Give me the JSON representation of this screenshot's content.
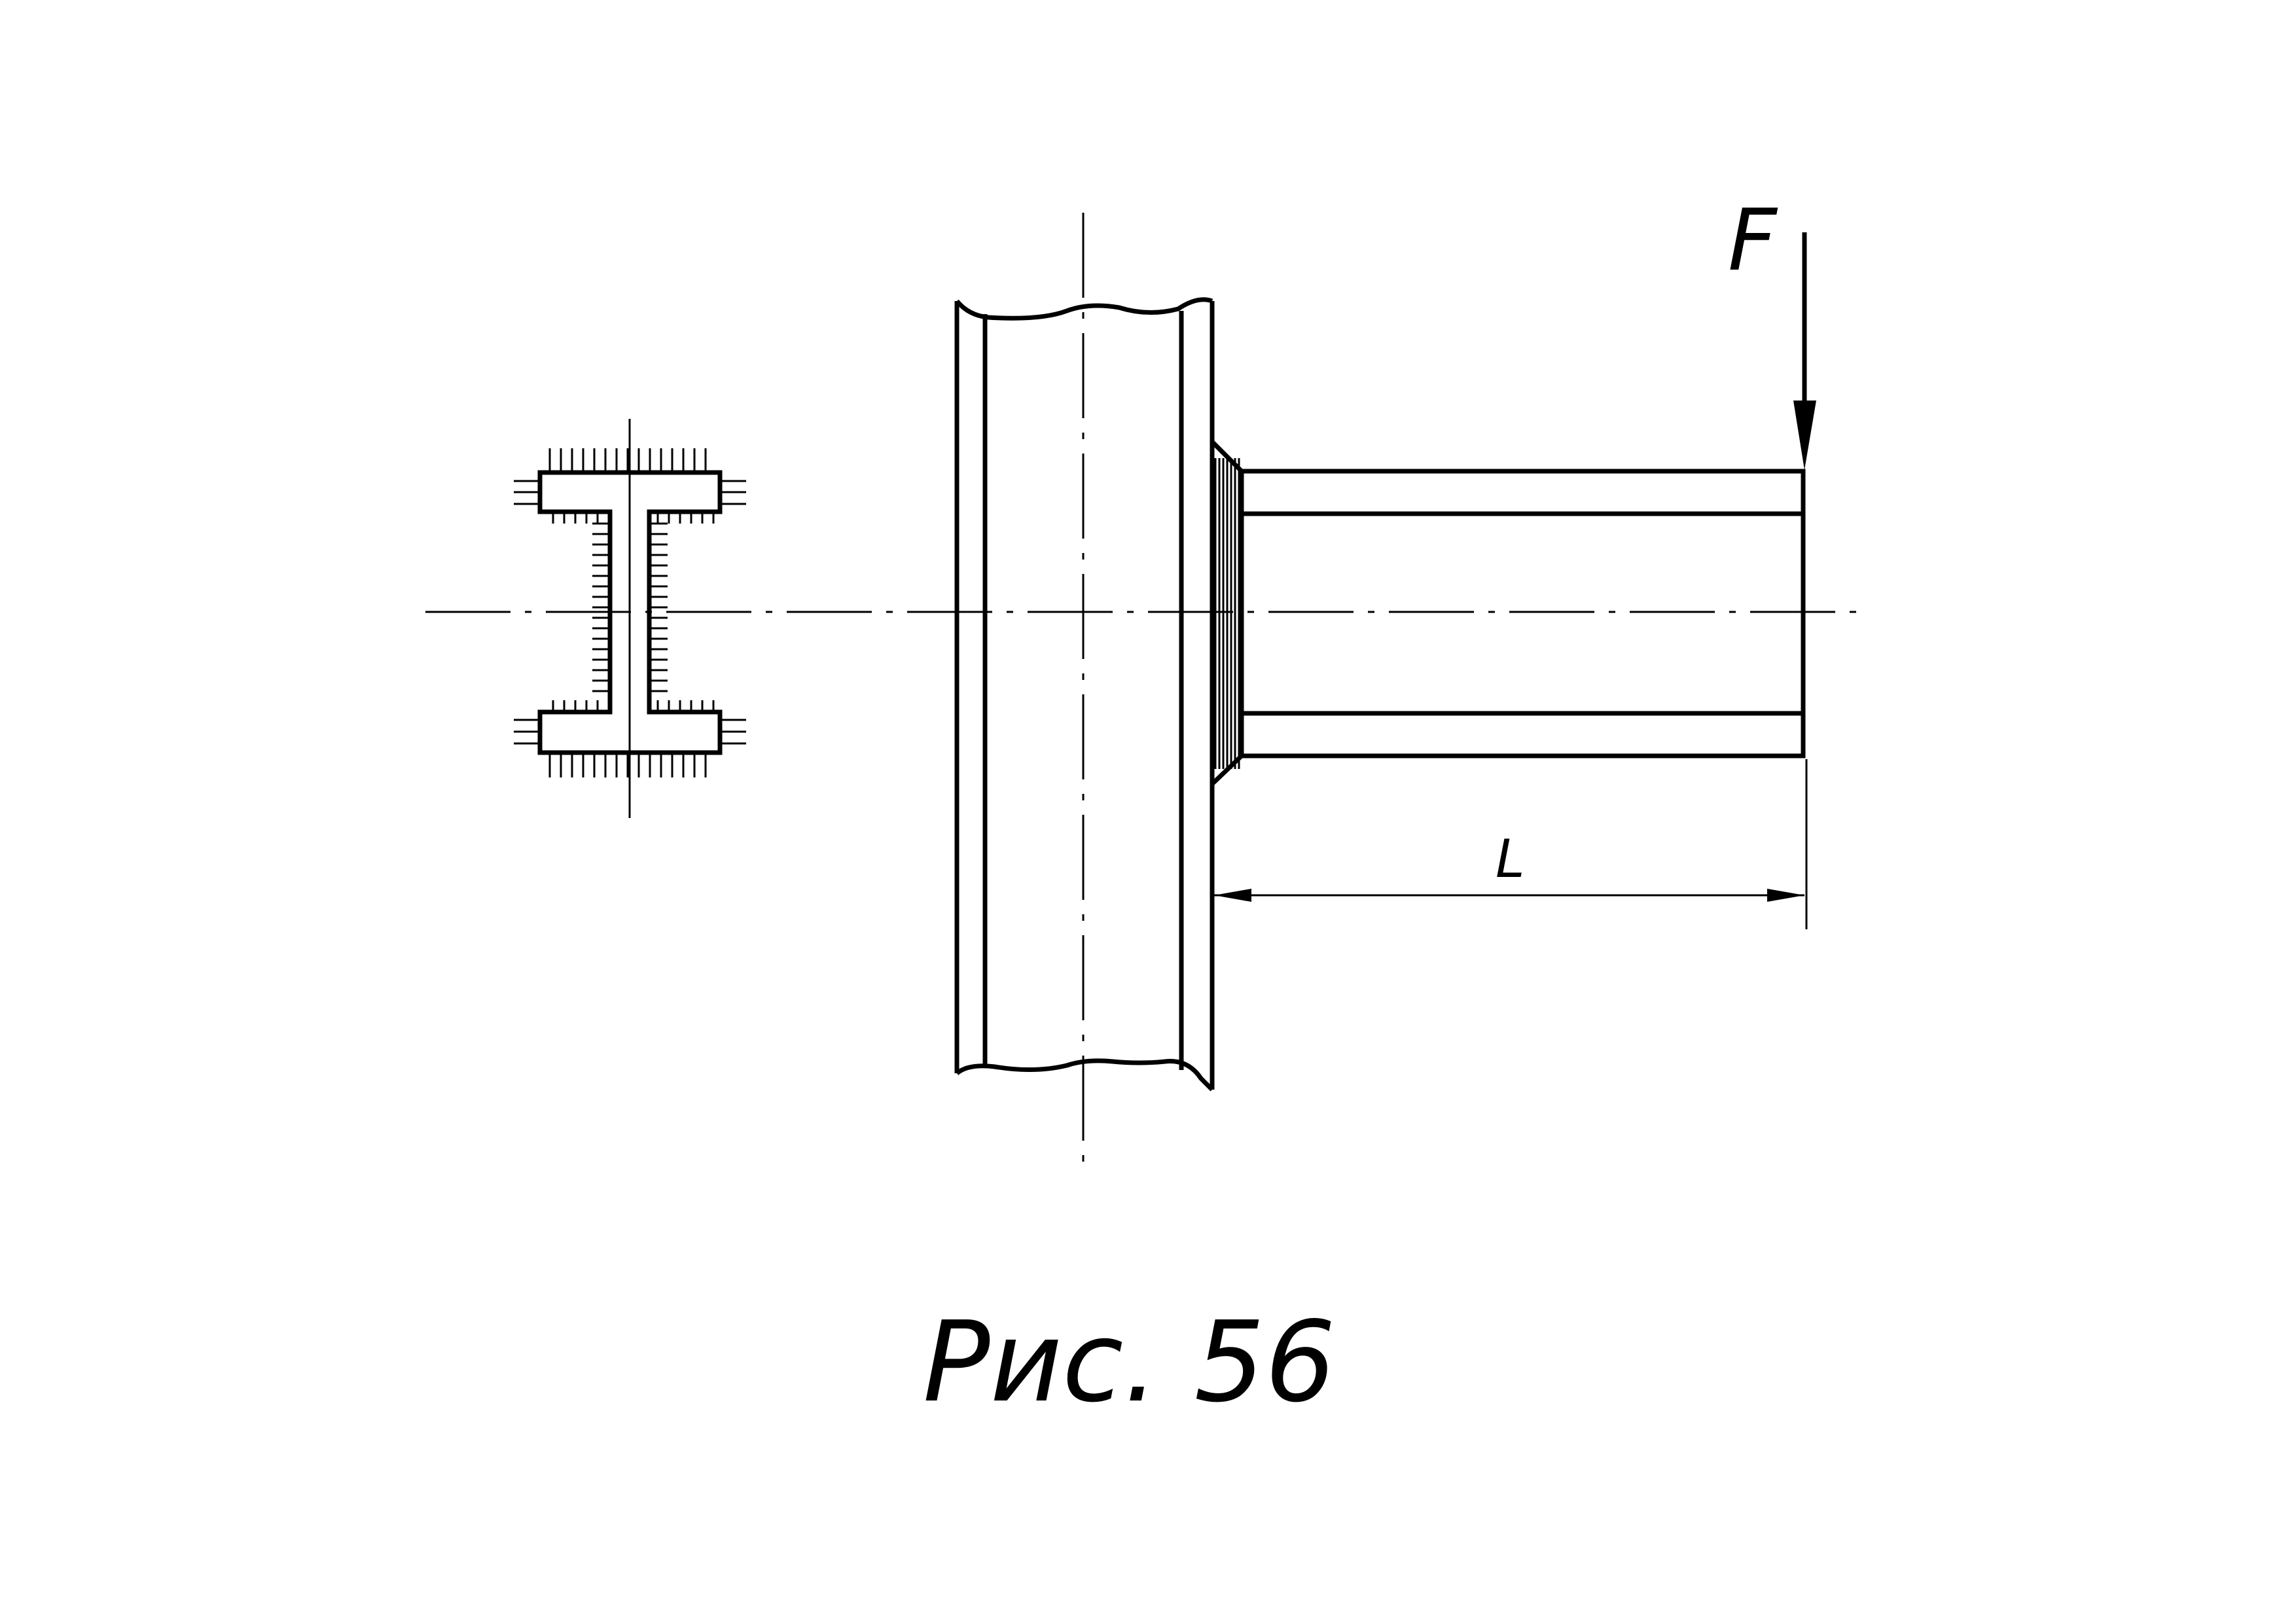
{
  "labels": {
    "force": "F",
    "length": "L",
    "caption": "Рис. 56"
  }
}
